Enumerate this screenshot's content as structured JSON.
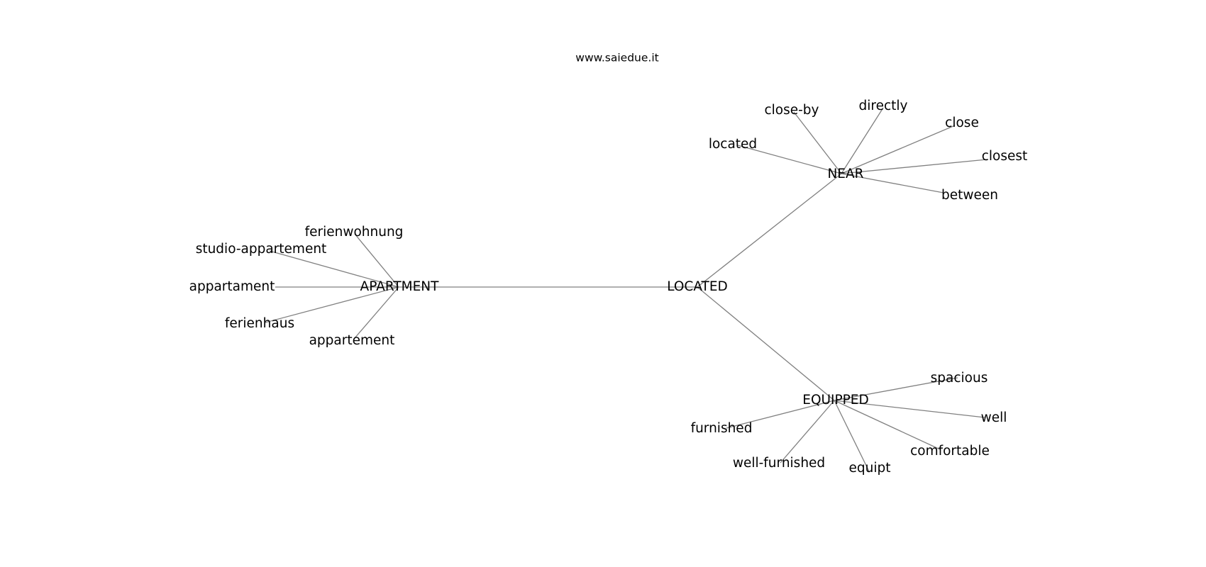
{
  "source_label": "www.saiedue.it",
  "colors": {
    "edge": "#808080",
    "text": "#000000",
    "background": "#ffffff"
  },
  "nodes": {
    "apartment": "APARTMENT",
    "located_center": "LOCATED",
    "near": "NEAR",
    "equipped": "EQUIPPED",
    "ferienwohnung": "ferienwohnung",
    "studio_appartement": "studio-appartement",
    "appartament": "appartament",
    "ferienhaus": "ferienhaus",
    "appartement": "appartement",
    "located_leaf": "located",
    "close_by": "close-by",
    "directly": "directly",
    "close": "close",
    "closest": "closest",
    "between": "between",
    "spacious": "spacious",
    "well": "well",
    "comfortable": "comfortable",
    "equipt": "equipt",
    "well_furnished": "well-furnished",
    "furnished": "furnished"
  },
  "edges": [
    [
      "apartment",
      "located_center"
    ],
    [
      "located_center",
      "near"
    ],
    [
      "located_center",
      "equipped"
    ],
    [
      "apartment",
      "ferienwohnung"
    ],
    [
      "apartment",
      "studio_appartement"
    ],
    [
      "apartment",
      "appartament"
    ],
    [
      "apartment",
      "ferienhaus"
    ],
    [
      "apartment",
      "appartement"
    ],
    [
      "near",
      "located_leaf"
    ],
    [
      "near",
      "close_by"
    ],
    [
      "near",
      "directly"
    ],
    [
      "near",
      "close"
    ],
    [
      "near",
      "closest"
    ],
    [
      "near",
      "between"
    ],
    [
      "equipped",
      "spacious"
    ],
    [
      "equipped",
      "well"
    ],
    [
      "equipped",
      "comfortable"
    ],
    [
      "equipped",
      "equipt"
    ],
    [
      "equipped",
      "well_furnished"
    ],
    [
      "equipped",
      "furnished"
    ]
  ]
}
